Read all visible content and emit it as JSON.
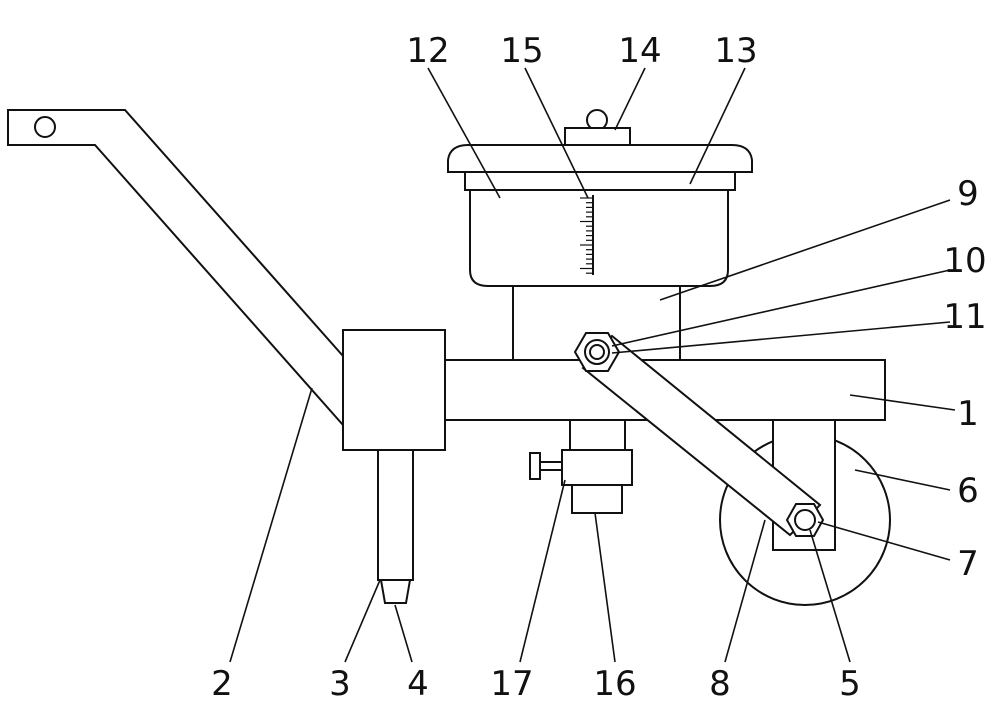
{
  "figure": {
    "labels": {
      "l1": "1",
      "l2": "2",
      "l3": "3",
      "l4": "4",
      "l5": "5",
      "l6": "6",
      "l7": "7",
      "l8": "8",
      "l9": "9",
      "l10": "10",
      "l11": "11",
      "l12": "12",
      "l13": "13",
      "l14": "14",
      "l15": "15",
      "l16": "16",
      "l17": "17"
    }
  }
}
